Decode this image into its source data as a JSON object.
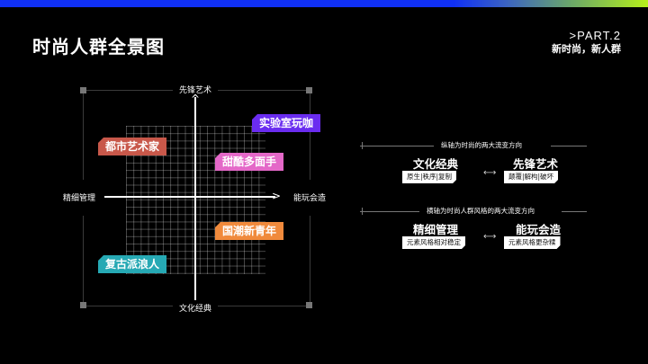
{
  "header": {
    "title": "时尚人群全景图",
    "part_label": ">PART.2",
    "part_subtitle": "新时尚，新人群"
  },
  "colors": {
    "topbar_blue": "#1030f5",
    "topbar_green": "#b6f01a",
    "tag_purple": "#6a2cf0",
    "tag_red": "#c8584a",
    "tag_pink": "#e468c8",
    "tag_orange": "#f08a3c",
    "tag_teal": "#26a9b4"
  },
  "matrix": {
    "axis_top": "先锋艺术",
    "axis_bottom": "文化经典",
    "axis_left": "精细管理",
    "axis_right": "能玩会造",
    "tags": [
      {
        "label": "实验室玩咖",
        "color": "#6a2cf0"
      },
      {
        "label": "都市艺术家",
        "color": "#c8584a"
      },
      {
        "label": "甜酷多面手",
        "color": "#e468c8"
      },
      {
        "label": "国潮新青年",
        "color": "#f08a3c"
      },
      {
        "label": "复古派浪人",
        "color": "#26a9b4"
      }
    ]
  },
  "legend": {
    "vertical": {
      "heading": "纵轴为时尚的两大流变方向",
      "left_title": "文化经典",
      "left_desc": "原生|秩序|复制",
      "right_title": "先锋艺术",
      "right_desc": "颠覆|解构|破坏",
      "connector": "⟷"
    },
    "horizontal": {
      "heading": "横轴为时尚人群风格的两大流变方向",
      "left_title": "精细管理",
      "left_desc": "元素风格相对稳定",
      "right_title": "能玩会造",
      "right_desc": "元素风格更杂糅",
      "connector": "⟷"
    }
  }
}
